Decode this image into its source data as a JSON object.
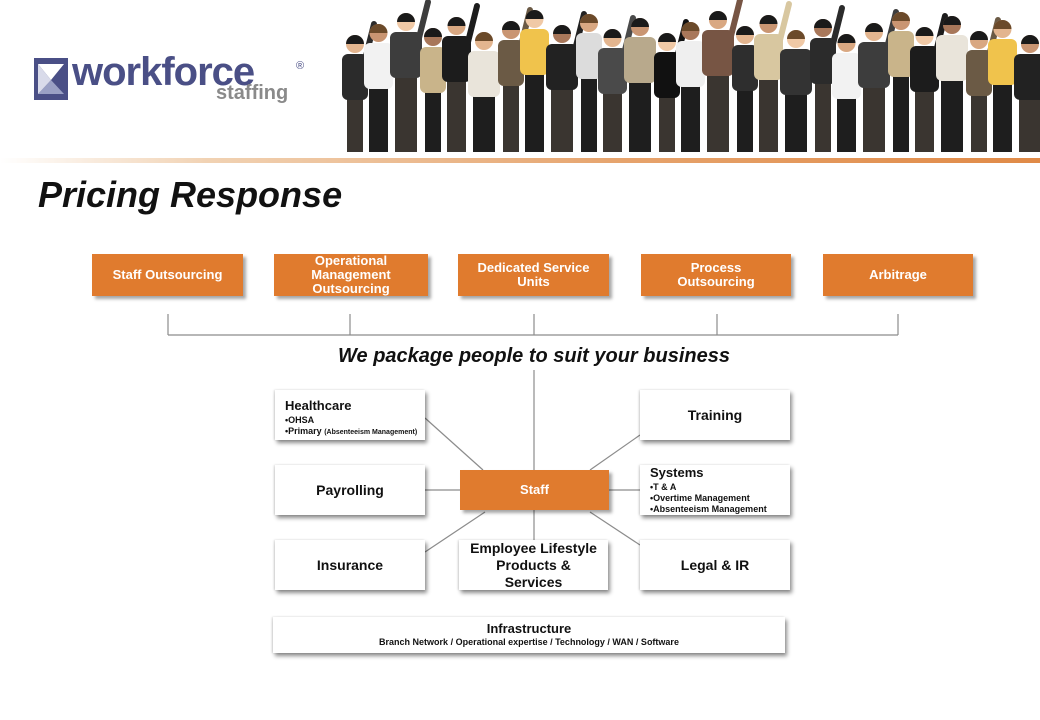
{
  "logo": {
    "word": "workforce",
    "sub": "staffing",
    "reg": "®"
  },
  "title": "Pricing Response",
  "models": [
    {
      "id": "staff-outsourcing",
      "label": "Staff Outsourcing"
    },
    {
      "id": "operational-management-outsourcing",
      "label": "Operational Management Outsourcing"
    },
    {
      "id": "dedicated-service-units",
      "label": "Dedicated Service Units"
    },
    {
      "id": "process-outsourcing",
      "label": "Process Outsourcing"
    },
    {
      "id": "arbitrage",
      "label": "Arbitrage"
    }
  ],
  "tagline": "We package people to suit your business",
  "hub": "Staff",
  "services": {
    "healthcare": {
      "title": "Healthcare",
      "items": [
        "OHSA",
        "Primary"
      ],
      "note": "(Absenteeism Management)"
    },
    "training": {
      "title": "Training"
    },
    "payrolling": {
      "title": "Payrolling"
    },
    "systems": {
      "title": "Systems",
      "items": [
        "T & A",
        "Overtime Management",
        "Absenteeism Management"
      ]
    },
    "insurance": {
      "title": "Insurance"
    },
    "lifestyle": {
      "title": "Employee Lifestyle Products & Services"
    },
    "legal": {
      "title": "Legal & IR"
    }
  },
  "infrastructure": {
    "title": "Infrastructure",
    "detail": "Branch Network / Operational expertise / Technology / WAN / Software"
  },
  "colors": {
    "accent": "#e07b2e",
    "logo": "#4a4f86",
    "logo_sub": "#8a8a8a"
  }
}
